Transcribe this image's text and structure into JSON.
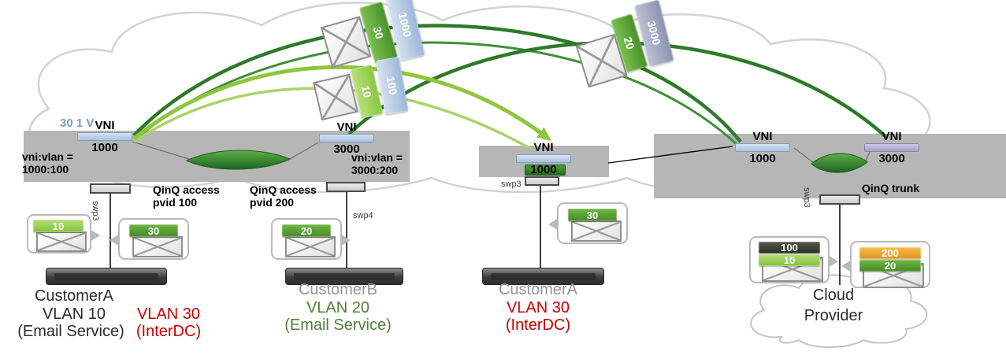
{
  "stray_label": "30 1 V",
  "colors": {
    "switch_gray": "#b6b6b6",
    "vni_blue_bar": "#b9cce4",
    "vni_purple_bar": "#b3aed6",
    "vlan_green": "#5a9e3a",
    "vlan_light_green": "#9ccc52",
    "vlan_blue": "#b9cce4",
    "vlan_gray_purple": "#9aa2bd",
    "vlan_orange": "#eda92c",
    "vlan_dark": "#3c3d35",
    "tunnel_light_green": "#8dc63f",
    "tunnel_dark_green": "#2d7a28",
    "red_text": "#cc0000",
    "green_text": "#4e7e3a",
    "gray_text": "#969696"
  },
  "switch_left": {
    "vni_a": {
      "title": "VNI",
      "value": "1000"
    },
    "vni_b": {
      "title": "VNI",
      "value": "3000"
    },
    "map_a": {
      "line1": "vni:vlan =",
      "line2": "1000:100"
    },
    "map_b": {
      "line1": "vni:vlan =",
      "line2": "3000:200"
    },
    "qinq_a": {
      "line1": "QinQ access",
      "line2": "pvid 100"
    },
    "qinq_b": {
      "line1": "QinQ access",
      "line2": "pvid 200"
    },
    "port_a": "swp3",
    "port_b": "swp4"
  },
  "switch_middle": {
    "vni": {
      "title": "VNI",
      "value": "1000"
    },
    "port": "swp3"
  },
  "switch_right": {
    "vni_a": {
      "title": "VNI",
      "value": "1000"
    },
    "vni_b": {
      "title": "VNI",
      "value": "3000"
    },
    "port": "swp3",
    "trunk": "QinQ trunk"
  },
  "tunnel_packets": {
    "a": {
      "tag1": "30",
      "tag2": "1000"
    },
    "b": {
      "tag1": "10",
      "tag2": "100"
    },
    "c": {
      "tag1": "20",
      "tag2": "3000"
    }
  },
  "edge_packets": {
    "customer_a_vlan10": {
      "tag1": "10"
    },
    "customer_a_vlan30": {
      "tag1": "30"
    },
    "customer_b_vlan20": {
      "tag1": "20"
    },
    "customer_a2_vlan30": {
      "tag1": "30"
    },
    "cloud_qinq_a": {
      "tag1": "100",
      "tag2": "10"
    },
    "cloud_qinq_b": {
      "tag1": "200",
      "tag2": "20"
    }
  },
  "endpoints": {
    "customer_a1": {
      "name": "CustomerA",
      "vlan": "VLAN 10",
      "service": "(Email Service)",
      "vlan2": "VLAN 30",
      "service2": "(InterDC)"
    },
    "customer_b": {
      "name": "CustomerB",
      "vlan": "VLAN 20",
      "service": "(Email Service)"
    },
    "customer_a2": {
      "name": "CustomerA",
      "vlan": "VLAN 30",
      "service": "(InterDC)"
    },
    "cloud_provider": {
      "line1": "Cloud",
      "line2": "Provider"
    }
  }
}
